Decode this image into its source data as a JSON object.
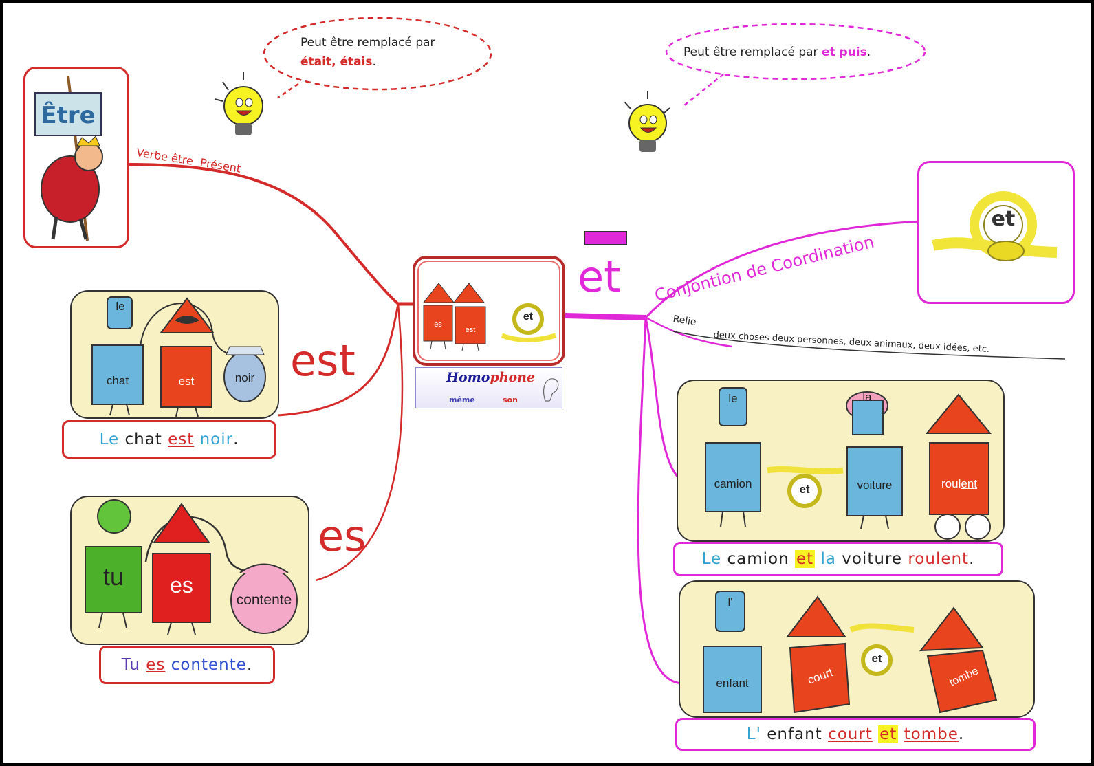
{
  "center": {
    "es": "es",
    "est": "est",
    "et": "et",
    "caption": {
      "homo": "Homo",
      "phone": "phone",
      "meme": "même",
      "son": "son"
    }
  },
  "etre": {
    "banner": "Être",
    "branch_label": "Verbe être  Présent",
    "bubble": {
      "line1": "Peut être remplacé par",
      "line2": "était, étais",
      "end": "."
    }
  },
  "branch_est": {
    "word": "est",
    "labels": {
      "hat": "le",
      "body": "chat",
      "middle": "est",
      "bag": "noir"
    },
    "sentence": {
      "w1": "Le",
      "w2": "chat",
      "w3": "est",
      "w4": "noir",
      "end": "."
    }
  },
  "branch_es": {
    "word": "es",
    "labels": {
      "left": "tu",
      "middle": "es",
      "bag": "contente"
    },
    "sentence": {
      "w1": "Tu",
      "w2": "es",
      "w3": "contente",
      "end": "."
    }
  },
  "branch_et": {
    "word": "et",
    "branch_label": "Conjontion de Coordination",
    "knot": "et",
    "bubble": {
      "text": "Peut être remplacé par ",
      "highlight": "et puis",
      "end": "."
    },
    "relie": {
      "word": "Relie",
      "text": "deux choses deux personnes, deux animaux, deux idées, etc."
    },
    "example1": {
      "labels": {
        "hat1": "le",
        "body1": "camion",
        "knot": "et",
        "hat2": "la",
        "body2": "voiture",
        "body3a": "roul",
        "body3b": "ent"
      },
      "sentence": {
        "w1": "Le",
        "w2": "camion",
        "w3": "et",
        "w4": "la",
        "w5": "voiture",
        "w6": "roulent",
        "end": "."
      }
    },
    "example2": {
      "labels": {
        "hat": "l'",
        "body1": "enfant",
        "body2": "court",
        "knot": "et",
        "body3": "tombe"
      },
      "sentence": {
        "w1": "L'",
        "w2": "enfant",
        "w3": "court",
        "w4": "et",
        "w5": "tombe",
        "end": "."
      }
    }
  },
  "colors": {
    "red": "#d42a2a",
    "magenta": "#e028d8",
    "blue": "#33a3d4",
    "orange": "#e8451e",
    "yellow": "#f7f222",
    "panel": "#f8f1c3"
  },
  "icons": [
    "lightbulb-icon",
    "rope-knot-icon",
    "king-banner-icon"
  ]
}
